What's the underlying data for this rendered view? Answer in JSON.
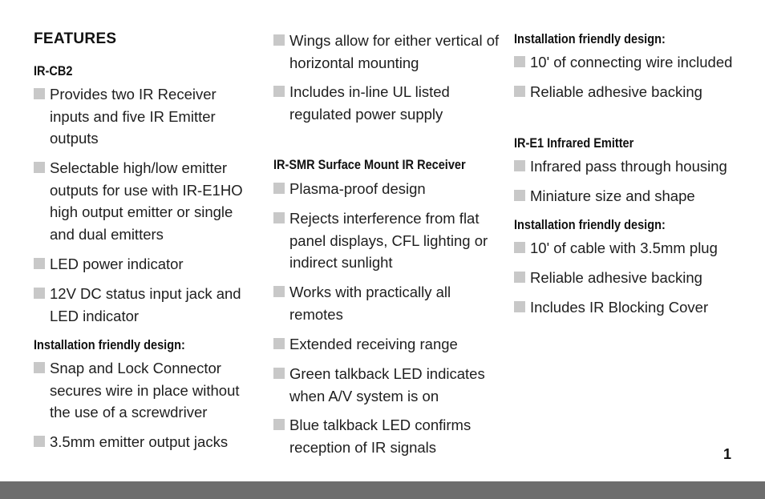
{
  "col1": {
    "title": "FEATURES",
    "product": "IR-CB2",
    "bullets": [
      "Provides two IR Receiver inputs and five IR Emitter outputs",
      "Selectable high/low emitter outputs for use with IR-E1HO high output emitter or single and dual emitters",
      "LED power indicator",
      "12V DC status input jack and LED indicator"
    ],
    "install_heading": "Installation friendly design:",
    "install_bullets": [
      "Snap and Lock Connector secures wire in place without the use of a screwdriver",
      "3.5mm emitter output jacks"
    ]
  },
  "col2": {
    "bullets_top": [
      "Wings allow for either vertical of horizontal mounting",
      "Includes in-line UL listed regulated power supply"
    ],
    "product": "IR-SMR Surface Mount IR Receiver",
    "bullets": [
      "Plasma-proof design",
      "Rejects interference from flat panel displays, CFL lighting or indirect sunlight",
      "Works with practically all remotes",
      "Extended receiving range",
      "Green talkback LED indicates when A/V system is on",
      "Blue talkback LED confirms reception of IR signals"
    ]
  },
  "col3": {
    "install_heading_1": "Installation friendly design:",
    "install_bullets_1": [
      "10' of connecting wire included",
      "Reliable adhesive backing"
    ],
    "product": "IR-E1 Infrared Emitter",
    "bullets": [
      "Infrared pass through housing",
      "Miniature size and shape"
    ],
    "install_heading_2": "Installation friendly design:",
    "install_bullets_2": [
      "10' of cable with 3.5mm plug",
      "Reliable adhesive backing",
      "Includes IR Blocking Cover"
    ]
  },
  "page_number": "1",
  "colors": {
    "bullet": "#c8c8c8",
    "footer_bar": "#6d6d6d"
  }
}
